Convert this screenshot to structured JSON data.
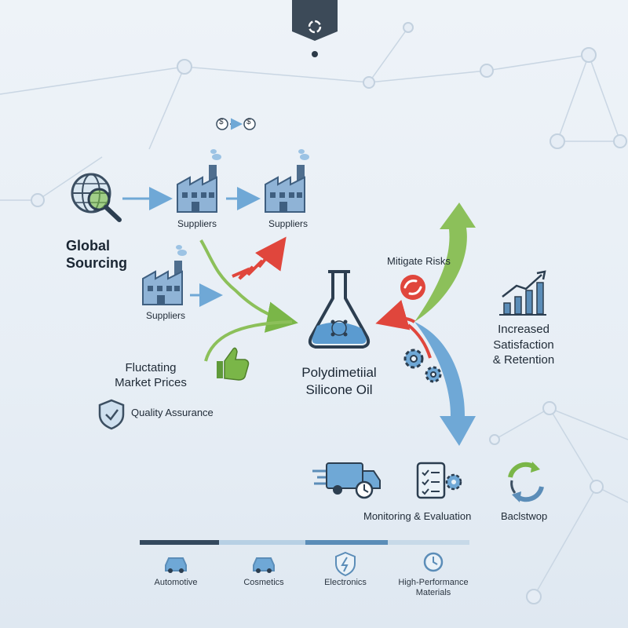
{
  "sourcing": {
    "title_line1": "Global",
    "title_line2": "Sourcing",
    "supplier_label_1": "Suppliers",
    "supplier_label_2": "Suppliers",
    "supplier_label_3": "Suppliers",
    "currency_from": "$",
    "currency_to": "$"
  },
  "factors": {
    "market_line1": "Fluctating",
    "market_line2": "Market Prices",
    "quality": "Quality Assurance",
    "mitigate": "Mitigate Risks"
  },
  "product": {
    "line1": "Polydimetiial",
    "line2": "Silicone Oil"
  },
  "outcome": {
    "line1": "Increased",
    "line2": "Satisfaction",
    "line3": "& Retention"
  },
  "bottom": {
    "monitoring": "Monitoring & Evaluation",
    "backstop": "Baclstwop"
  },
  "categories": [
    {
      "label": "Automotive",
      "icon": "car-icon"
    },
    {
      "label": "Cosmetics",
      "icon": "car-icon"
    },
    {
      "label": "Electronics",
      "icon": "shield-bolt-icon"
    },
    {
      "label": "High-Performance",
      "label2": "Materials",
      "icon": "clock-refresh-icon"
    }
  ],
  "colors": {
    "navy": "#34495e",
    "steel_blue": "#5b8db8",
    "light_blue": "#6fa8d6",
    "green": "#7ab648",
    "red": "#e0463c",
    "text": "#1f2a36"
  }
}
